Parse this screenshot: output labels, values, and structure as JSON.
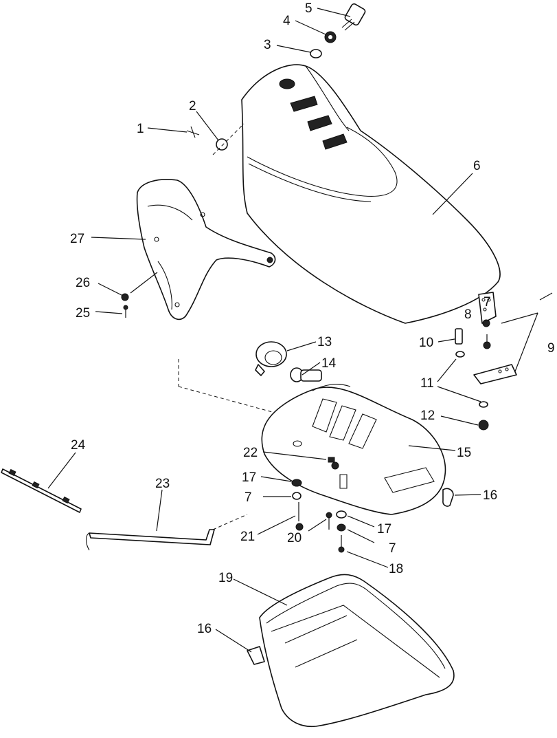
{
  "callouts": [
    {
      "id": "c1",
      "label": "1"
    },
    {
      "id": "c2",
      "label": "2"
    },
    {
      "id": "c3",
      "label": "3"
    },
    {
      "id": "c4",
      "label": "4"
    },
    {
      "id": "c5",
      "label": "5"
    },
    {
      "id": "c6",
      "label": "6"
    },
    {
      "id": "c7a",
      "label": "7"
    },
    {
      "id": "c8",
      "label": "8"
    },
    {
      "id": "c9",
      "label": "9"
    },
    {
      "id": "c10",
      "label": "10"
    },
    {
      "id": "c11",
      "label": "11"
    },
    {
      "id": "c12",
      "label": "12"
    },
    {
      "id": "c13",
      "label": "13"
    },
    {
      "id": "c14",
      "label": "14"
    },
    {
      "id": "c15",
      "label": "15"
    },
    {
      "id": "c16a",
      "label": "16"
    },
    {
      "id": "c16b",
      "label": "16"
    },
    {
      "id": "c17a",
      "label": "17"
    },
    {
      "id": "c17b",
      "label": "17"
    },
    {
      "id": "c7b",
      "label": "7"
    },
    {
      "id": "c7c",
      "label": "7"
    },
    {
      "id": "c18",
      "label": "18"
    },
    {
      "id": "c19",
      "label": "19"
    },
    {
      "id": "c20",
      "label": "20"
    },
    {
      "id": "c21",
      "label": "21"
    },
    {
      "id": "c22",
      "label": "22"
    },
    {
      "id": "c23",
      "label": "23"
    },
    {
      "id": "c24",
      "label": "24"
    },
    {
      "id": "c25",
      "label": "25"
    },
    {
      "id": "c26",
      "label": "26"
    },
    {
      "id": "c27",
      "label": "27"
    }
  ]
}
